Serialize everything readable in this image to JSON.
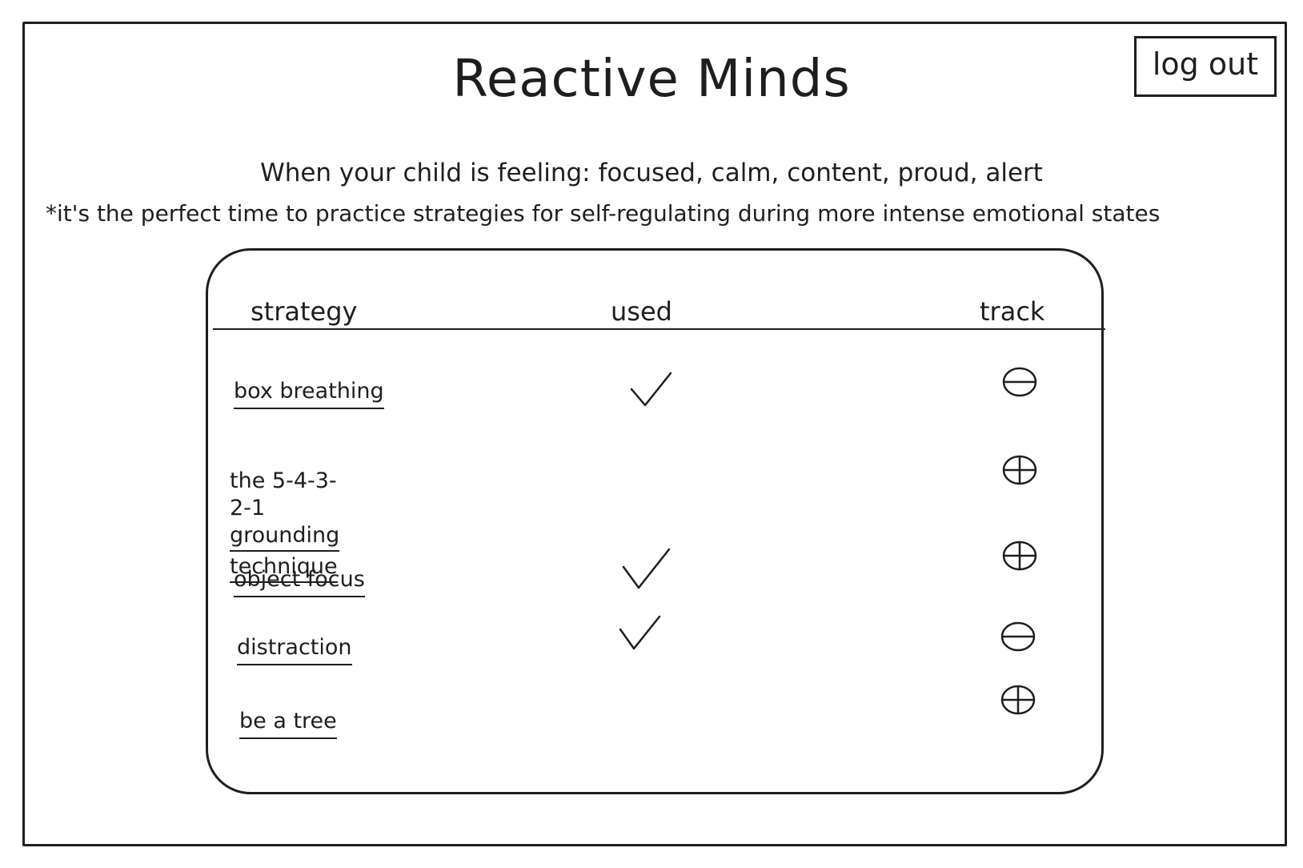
{
  "header": {
    "app_title": "Reactive Minds",
    "logout_label": "log out"
  },
  "intro": {
    "feelings_line": "When your child is feeling: focused, calm, content, proud, alert",
    "note_line": "*it's the perfect time to practice strategies for self-regulating during more intense emotional states"
  },
  "table": {
    "columns": {
      "strategy": "strategy",
      "used": "used",
      "track": "track"
    },
    "rows": [
      {
        "name": "box breathing",
        "name_lines": [
          "box breathing"
        ],
        "used": true,
        "track_icon": "minus-circle-icon"
      },
      {
        "name": "the 5-4-3-2-1 grounding technique",
        "name_lines": [
          "the 5-4-3-2-1 grounding",
          "technique"
        ],
        "used": false,
        "track_icon": "plus-circle-icon"
      },
      {
        "name": "object focus",
        "name_lines": [
          "object focus"
        ],
        "used": true,
        "track_icon": "plus-circle-icon"
      },
      {
        "name": "distraction",
        "name_lines": [
          "distraction"
        ],
        "used": true,
        "track_icon": "minus-circle-icon"
      },
      {
        "name": "be a tree",
        "name_lines": [
          "be a tree"
        ],
        "used": false,
        "track_icon": "plus-circle-icon"
      }
    ]
  },
  "colors": {
    "ink": "#1e1e1e",
    "background": "#ffffff"
  }
}
